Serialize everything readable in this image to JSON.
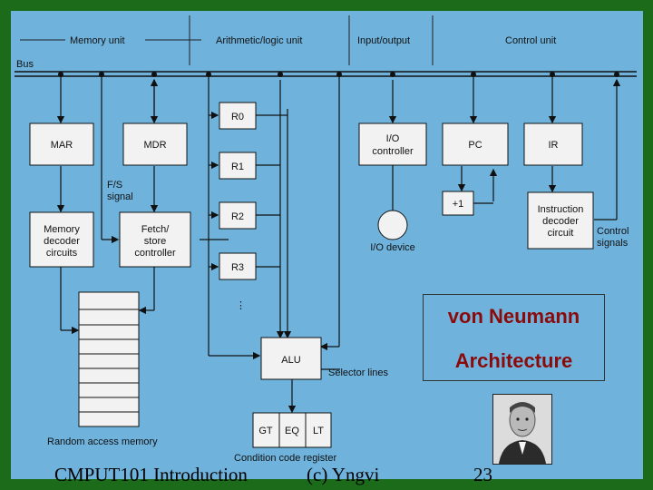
{
  "headers": {
    "memory_unit": "Memory unit",
    "alu_unit": "Arithmetic/logic unit",
    "io_unit": "Input/output",
    "control_unit": "Control unit"
  },
  "bus_label": "Bus",
  "boxes": {
    "mar": "MAR",
    "mdr": "MDR",
    "memory_decoder": [
      "Memory",
      "decoder",
      "circuits"
    ],
    "fetch_store": [
      "Fetch/",
      "store",
      "controller"
    ],
    "fs_signal": [
      "F/S",
      "signal"
    ],
    "registers": [
      "R0",
      "R1",
      "R2",
      "R3"
    ],
    "register_ellipsis": "⋮",
    "io_controller": [
      "I/O",
      "controller"
    ],
    "io_device": "I/O device",
    "pc": "PC",
    "ir": "IR",
    "plus_one": "+1",
    "instruction_decoder": [
      "Instruction",
      "decoder",
      "circuit"
    ],
    "control_signals": [
      "Control",
      "signals"
    ],
    "alu": "ALU",
    "selector_lines": "Selector lines",
    "condition_flags": [
      "GT",
      "EQ",
      "LT"
    ],
    "condition_code_register": "Condition code register",
    "ram": "Random access memory"
  },
  "title": [
    "von Neumann",
    "Architecture"
  ],
  "footer": {
    "course": "CMPUT101 Introduction",
    "author": "(c) Yngvi",
    "page": "23"
  },
  "colors": {
    "slide_border": "#1b6b1b",
    "panel_bg": "#6fb3dd",
    "box_fill": "#f2f2f2",
    "title_color": "#8b0a0a"
  },
  "icons": {
    "portrait": "portrait-photo"
  }
}
